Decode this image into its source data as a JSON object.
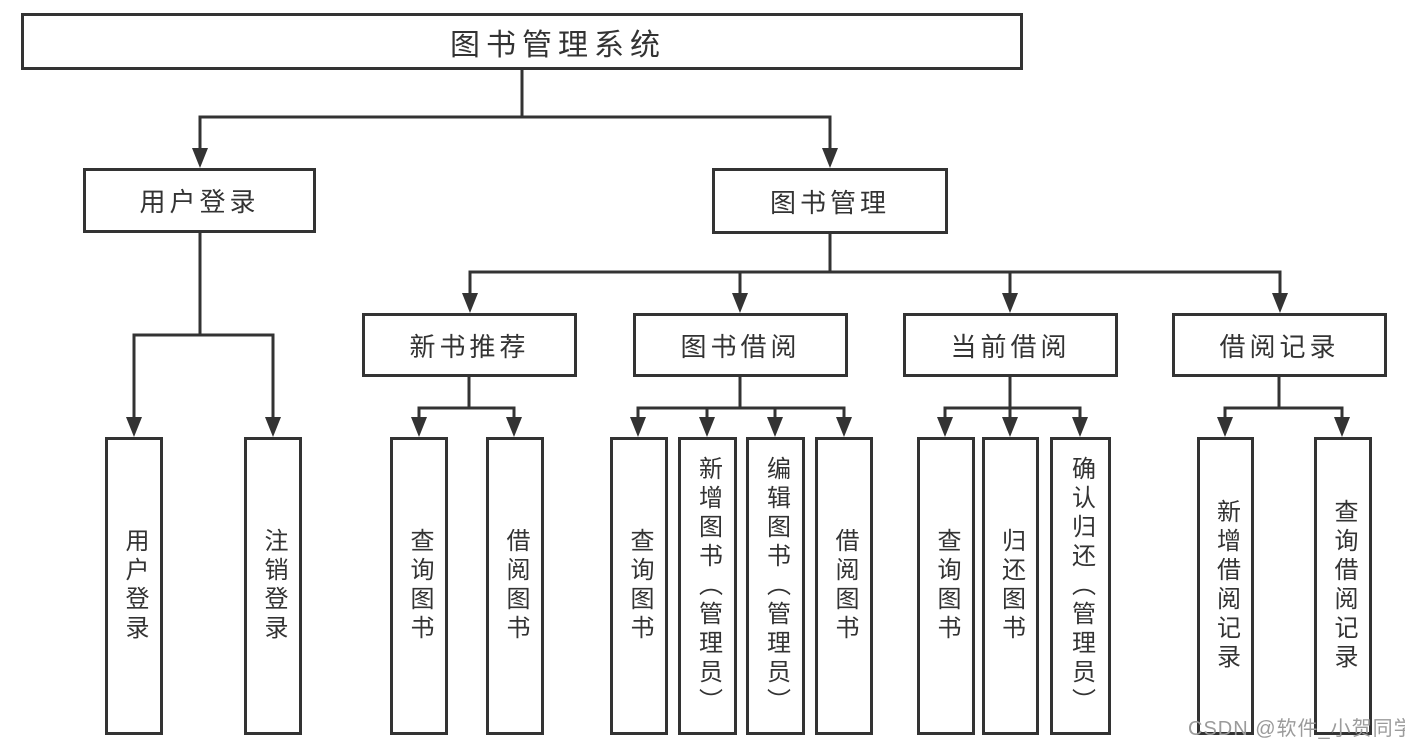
{
  "colors": {
    "line": "#333333",
    "box_border": "#333333",
    "text": "#333333",
    "watermark": "#9b9b9b",
    "background": "#ffffff"
  },
  "watermark": "CSDN @软件_小贺同学",
  "tree": {
    "root": {
      "label": "图书管理系统"
    },
    "branches": [
      {
        "label": "用户登录",
        "children": [
          {
            "label": "用户登录"
          },
          {
            "label": "注销登录"
          }
        ]
      },
      {
        "label": "图书管理",
        "sections": [
          {
            "label": "新书推荐",
            "children": [
              {
                "label": "查询图书"
              },
              {
                "label": "借阅图书"
              }
            ]
          },
          {
            "label": "图书借阅",
            "children": [
              {
                "label": "查询图书"
              },
              {
                "label": "新增图书（管理员）"
              },
              {
                "label": "编辑图书（管理员）"
              },
              {
                "label": "借阅图书"
              }
            ]
          },
          {
            "label": "当前借阅",
            "children": [
              {
                "label": "查询图书"
              },
              {
                "label": "归还图书"
              },
              {
                "label": "确认归还（管理员）"
              }
            ]
          },
          {
            "label": "借阅记录",
            "children": [
              {
                "label": "新增借阅记录"
              },
              {
                "label": "查询借阅记录"
              }
            ]
          }
        ]
      }
    ]
  }
}
